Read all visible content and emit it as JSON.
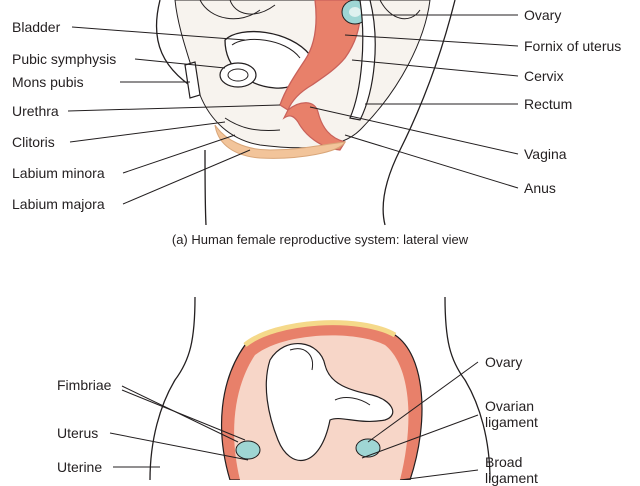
{
  "panel_a": {
    "left_labels": [
      "Bladder",
      "Pubic symphysis",
      "Mons pubis",
      "Urethra",
      "Clitoris",
      "Labium minora",
      "Labium majora"
    ],
    "right_labels": [
      "Ovary",
      "Fornix of uterus",
      "Cervix",
      "Rectum",
      "Vagina",
      "Anus"
    ],
    "caption": "(a) Human female reproductive system: lateral view"
  },
  "panel_b": {
    "left_labels": [
      "Fimbriae",
      "Uterus",
      "Uterine"
    ],
    "right_labels": [
      "Ovary",
      "Ovarian",
      "ligament",
      "Broad",
      "ligament"
    ]
  },
  "colors": {
    "uterus": "#e8806a",
    "tissue": "#f2c49a",
    "fat": "#f5d98a",
    "ovary": "#9fd6d4",
    "outline": "#231f20",
    "muscle": "#c9615a"
  }
}
